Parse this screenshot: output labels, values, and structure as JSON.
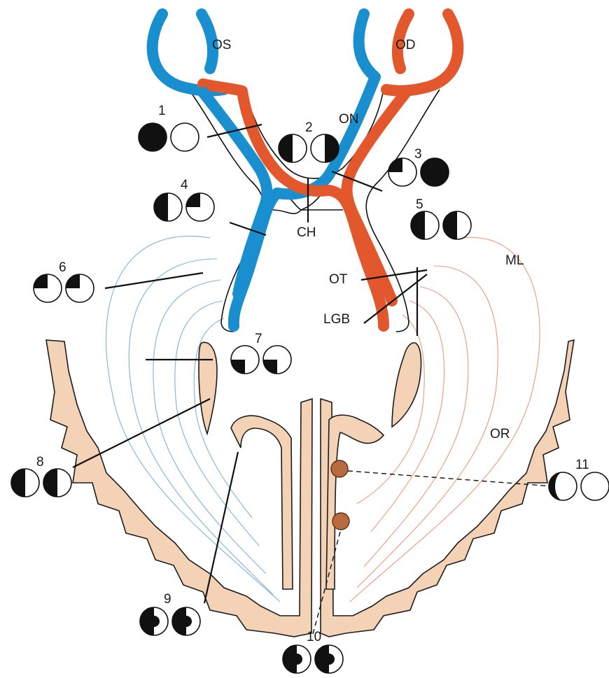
{
  "labels": {
    "os": "OS",
    "od": "OD",
    "on": "ON",
    "ch": "CH",
    "ot": "OT",
    "lgb": "LGB",
    "ml": "ML",
    "or": "OR"
  },
  "fields": [
    {
      "num": "1",
      "left": "full",
      "right": "none"
    },
    {
      "num": "2",
      "left": "temporal-half",
      "right": "temporal-half"
    },
    {
      "num": "3",
      "left": "upper-temporal",
      "right": "full"
    },
    {
      "num": "4",
      "left": "half",
      "right": "upper-quadrant"
    },
    {
      "num": "5",
      "left": "half",
      "right": "half"
    },
    {
      "num": "6",
      "left": "upper-quadrant",
      "right": "upper-quadrant"
    },
    {
      "num": "7",
      "left": "lower-quadrant",
      "right": "lower-quadrant"
    },
    {
      "num": "8",
      "left": "half",
      "right": "half"
    },
    {
      "num": "9",
      "left": "half-sparing",
      "right": "half-sparing"
    },
    {
      "num": "10",
      "left": "half-sparing",
      "right": "half-sparing"
    },
    {
      "num": "11",
      "left": "crescent",
      "right": "none"
    }
  ],
  "colors": {
    "left_eye_fibers": "#1a8fd0",
    "right_eye_fibers": "#e2572c",
    "cortex": "#f3d2b6",
    "lesion": "#b86b3e"
  }
}
